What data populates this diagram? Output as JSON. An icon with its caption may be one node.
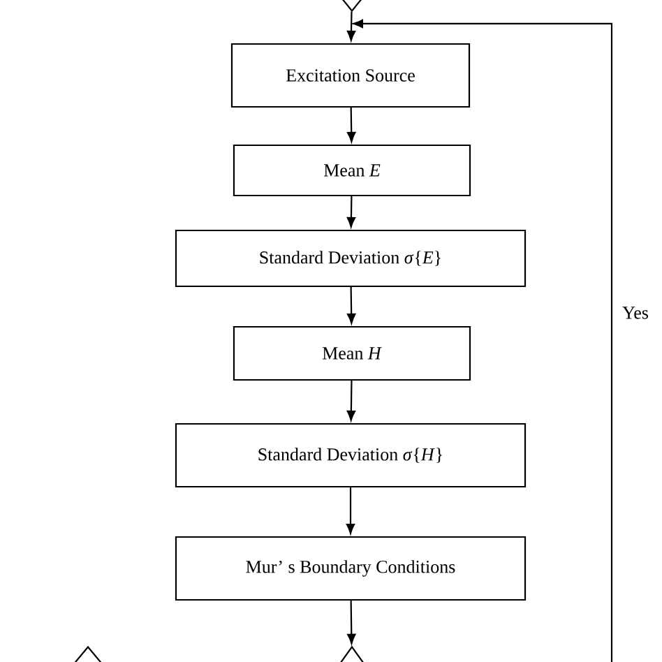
{
  "diagram": {
    "nodes": [
      {
        "text": [],
        "shape": "diamond"
      },
      {
        "text": [
          "Excitation Source"
        ]
      },
      {
        "text": [
          "Mean *E*"
        ]
      },
      {
        "text": [
          "Standard Deviation *σ*{*E*}"
        ]
      },
      {
        "text": [
          "Mean *H*"
        ]
      },
      {
        "text": [
          "Standard Deviation *σ*{*H*}"
        ]
      },
      {
        "text": [
          "Mur’ s Boundary Conditions"
        ]
      },
      {
        "text": [],
        "shape": "diamond"
      },
      {
        "text": [],
        "shape": "diamond"
      }
    ],
    "edges": [
      {
        "from": 0,
        "to": 1,
        "arrow": "to"
      },
      {
        "from": 1,
        "to": 2,
        "arrow": "to"
      },
      {
        "from": 2,
        "to": 3,
        "arrow": "to"
      },
      {
        "from": 3,
        "to": 4,
        "arrow": "to"
      },
      {
        "from": 4,
        "to": 5,
        "arrow": "to"
      },
      {
        "from": 5,
        "to": 6,
        "arrow": "to"
      },
      {
        "from": 6,
        "to": 8,
        "arrow": "to"
      },
      {
        "from": null,
        "to": 1,
        "arrow": "to",
        "label": "Yes"
      }
    ]
  }
}
